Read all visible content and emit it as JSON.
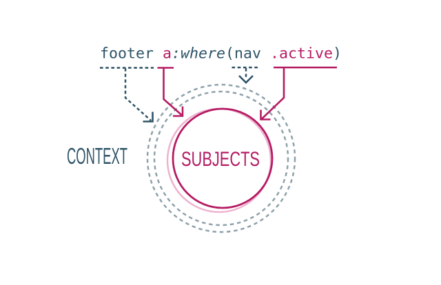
{
  "diagram": {
    "kind": "css-selector-scoping-diagram",
    "code": {
      "full": "footer a:where(nav .active)",
      "tokens": [
        {
          "text": "footer",
          "role": "context-selector",
          "color": "teal"
        },
        {
          "text": "a",
          "role": "subject-selector",
          "color": "magenta"
        },
        {
          "text": ":where",
          "role": "pseudo-class",
          "color": "teal",
          "italic": true
        },
        {
          "text": "(",
          "role": "punctuation",
          "color": "teal"
        },
        {
          "text": "nav",
          "role": "context-selector",
          "color": "teal"
        },
        {
          "text": ".active",
          "role": "subject-selector",
          "color": "magenta"
        },
        {
          "text": ")",
          "role": "punctuation",
          "color": "teal"
        }
      ]
    },
    "labels": {
      "context": "CONTEXT",
      "subjects": "SUBJECTS"
    },
    "arrows": [
      {
        "from": "footer",
        "to": "context-ring",
        "style": "dashed-teal"
      },
      {
        "from": "a",
        "to": "subjects-circle",
        "style": "solid-magenta"
      },
      {
        "from": "nav",
        "to": "context-ring",
        "style": "dashed-teal"
      },
      {
        "from": ".active",
        "to": "subjects-circle",
        "style": "solid-magenta"
      }
    ],
    "colors": {
      "context_teal": "#2e5367",
      "subject_magenta": "#b51b63",
      "ring_gray": "#8ea1aa",
      "halo_pink": "#eeb2ce",
      "background": "#ffffff"
    }
  }
}
